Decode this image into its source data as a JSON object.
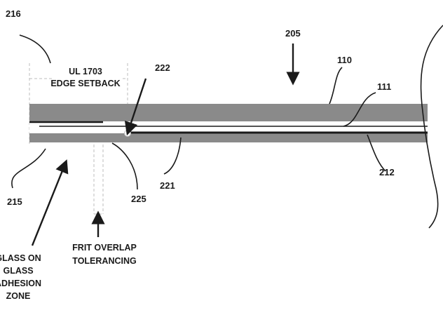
{
  "refs": {
    "r216": "216",
    "r205": "205",
    "r110": "110",
    "r111": "111",
    "r222": "222",
    "r215": "215",
    "r225": "225",
    "r221": "221",
    "r212": "212"
  },
  "labels": {
    "ul_line1": "UL 1703",
    "ul_line2": "EDGE SETBACK",
    "frit_line1": "FRIT OVERLAP",
    "frit_line2": "TOLERANCING",
    "gog_line1": "GLASS ON",
    "gog_line2": "GLASS",
    "gog_line3": "ADHESION",
    "gog_line4": "ZONE"
  },
  "colors": {
    "glass": "#8a8a8a",
    "line": "#1a1a1a",
    "guide": "#bdbdbd"
  }
}
